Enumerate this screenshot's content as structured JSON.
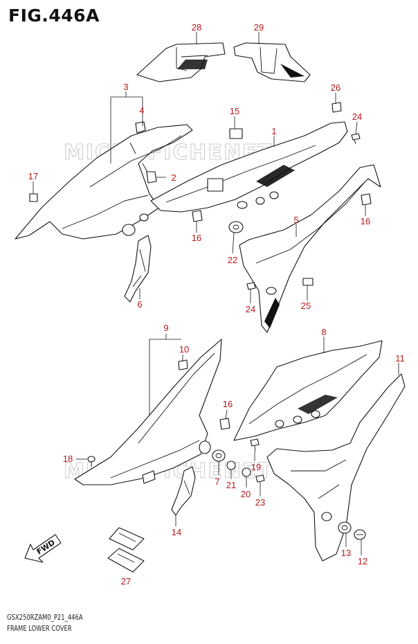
{
  "figure": {
    "title": "FIG.446A",
    "code": "GSX250RZAM0_P21_446A",
    "caption": "FRAME LOWER COVER",
    "watermark": "MICROFICHENET",
    "direction_label": "FWD"
  },
  "colors": {
    "callout": "#b8161c",
    "line": "#111111",
    "watermark": "#c9c9c9"
  },
  "callouts": [
    {
      "id": "c28",
      "text": "28"
    },
    {
      "id": "c29",
      "text": "29"
    },
    {
      "id": "c3",
      "text": "3"
    },
    {
      "id": "c4",
      "text": "4"
    },
    {
      "id": "c26",
      "text": "26"
    },
    {
      "id": "c15",
      "text": "15"
    },
    {
      "id": "c24a",
      "text": "24"
    },
    {
      "id": "c1",
      "text": "1"
    },
    {
      "id": "c17",
      "text": "17"
    },
    {
      "id": "c2",
      "text": "2"
    },
    {
      "id": "c16a",
      "text": "16"
    },
    {
      "id": "c16b",
      "text": "16"
    },
    {
      "id": "c5",
      "text": "5"
    },
    {
      "id": "c22",
      "text": "22"
    },
    {
      "id": "c6",
      "text": "6"
    },
    {
      "id": "c24b",
      "text": "24"
    },
    {
      "id": "c25",
      "text": "25"
    },
    {
      "id": "c9",
      "text": "9"
    },
    {
      "id": "c10",
      "text": "10"
    },
    {
      "id": "c8",
      "text": "8"
    },
    {
      "id": "c11",
      "text": "11"
    },
    {
      "id": "c16c",
      "text": "16"
    },
    {
      "id": "c18",
      "text": "18"
    },
    {
      "id": "c19",
      "text": "19"
    },
    {
      "id": "c7",
      "text": "7"
    },
    {
      "id": "c21",
      "text": "21"
    },
    {
      "id": "c20",
      "text": "20"
    },
    {
      "id": "c23",
      "text": "23"
    },
    {
      "id": "c14",
      "text": "14"
    },
    {
      "id": "c13",
      "text": "13"
    },
    {
      "id": "c12",
      "text": "12"
    },
    {
      "id": "c27",
      "text": "27"
    }
  ]
}
